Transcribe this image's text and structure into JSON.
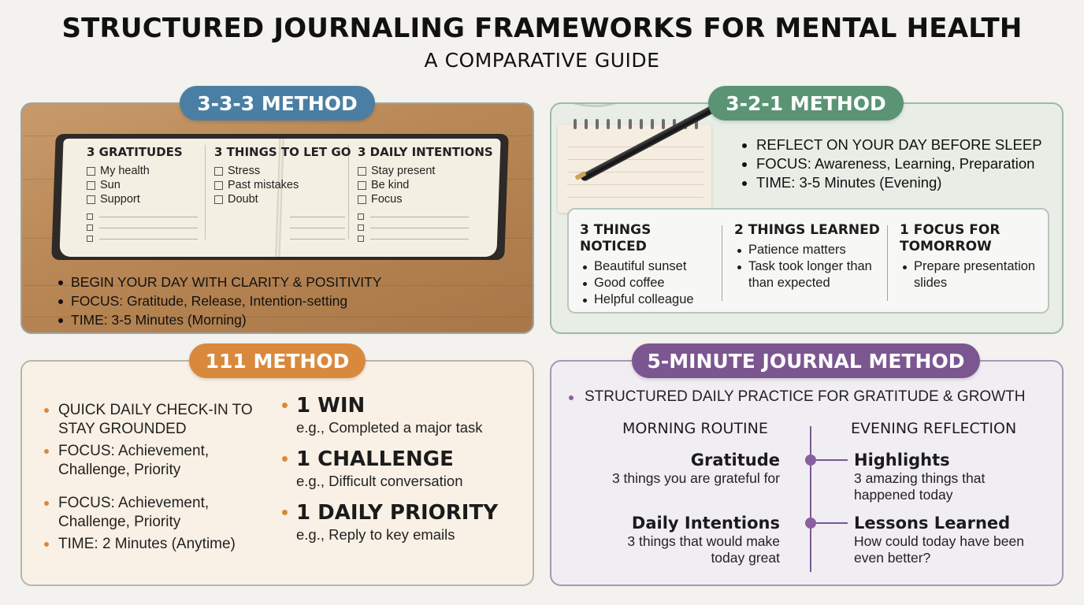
{
  "header": {
    "title": "STRUCTURED JOURNALING FRAMEWORKS FOR MENTAL HEALTH",
    "subtitle": "A COMPARATIVE GUIDE"
  },
  "colors": {
    "method_333": "#4a7fa3",
    "method_321": "#5a9474",
    "method_111": "#d9893c",
    "method_5min": "#7c5690"
  },
  "method_333": {
    "label": "3-3-3 METHOD",
    "columns": [
      {
        "heading": "3 GRATITUDES",
        "items": [
          "My health",
          "Sun",
          "Support"
        ]
      },
      {
        "heading": "3 THINGS TO LET GO",
        "items": [
          "Stress",
          "Past mistakes",
          "Doubt"
        ]
      },
      {
        "heading": "3 DAILY INTENTIONS",
        "items": [
          "Stay present",
          "Be kind",
          "Focus"
        ]
      }
    ],
    "bullets": [
      "BEGIN YOUR DAY WITH CLARITY & POSITIVITY",
      "FOCUS: Gratitude, Release, Intention-setting",
      "TIME: 3-5 Minutes (Morning)"
    ]
  },
  "method_321": {
    "label": "3-2-1 METHOD",
    "bullets": [
      "REFLECT ON YOUR DAY BEFORE SLEEP",
      "FOCUS: Awareness, Learning, Preparation",
      "TIME: 3-5 Minutes (Evening)"
    ],
    "columns": [
      {
        "heading": "3 THINGS NOTICED",
        "items": [
          "Beautiful sunset",
          "Good coffee",
          "Helpful colleague"
        ]
      },
      {
        "heading": "2 THINGS LEARNED",
        "items": [
          "Patience matters",
          "Task took longer than than expected"
        ]
      },
      {
        "heading": "1 FOCUS FOR TOMORROW",
        "items": [
          "Prepare presentation slides"
        ]
      }
    ]
  },
  "method_111": {
    "label": "111 METHOD",
    "bullets": [
      "QUICK DAILY CHECK-IN TO STAY GROUNDED",
      "FOCUS: Achievement, Challenge, Priority",
      "FOCUS: Achievement, Challenge, Priority",
      "TIME: 2 Minutes (Anytime)"
    ],
    "items": [
      {
        "heading": "1 WIN",
        "example": "e.g., Completed a major task"
      },
      {
        "heading": "1 CHALLENGE",
        "example": "e.g., Difficult conversation"
      },
      {
        "heading": "1 DAILY PRIORITY",
        "example": "e.g., Reply to key emails"
      }
    ]
  },
  "method_5min": {
    "label": "5-MINUTE JOURNAL METHOD",
    "intro": "STRUCTURED DAILY PRACTICE FOR GRATITUDE & GROWTH",
    "morning_heading": "MORNING ROUTINE",
    "evening_heading": "EVENING REFLECTION",
    "morning": [
      {
        "heading": "Gratitude",
        "desc": "3 things you are grateful for"
      },
      {
        "heading": "Daily Intentions",
        "desc": "3 things that would make today great"
      }
    ],
    "evening": [
      {
        "heading": "Highlights",
        "desc": "3 amazing things that happened today"
      },
      {
        "heading": "Lessons Learned",
        "desc": "How could today have been even better?"
      }
    ]
  }
}
